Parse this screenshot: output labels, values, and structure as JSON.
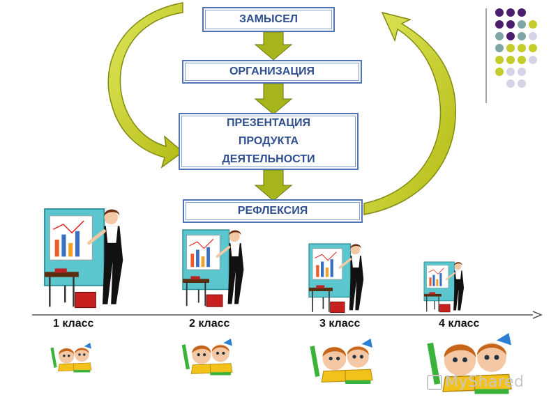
{
  "steps": [
    {
      "label": "ЗАМЫСЕЛ"
    },
    {
      "label": "ОРГАНИЗАЦИЯ"
    },
    {
      "label": "ПРЕЗЕНТАЦИЯ\nПРОДУКТА\nДЕЯТЕЛЬНОСТИ"
    },
    {
      "label": "РЕФЛЕКСИЯ"
    }
  ],
  "grades": [
    {
      "label": "1 класс"
    },
    {
      "label": "2 класс"
    },
    {
      "label": "3 класс"
    },
    {
      "label": "4 класс"
    }
  ],
  "watermark": "MyShared",
  "colors": {
    "box_border": "#4f74b8",
    "box_text": "#2f4f8f",
    "arrow_green": "#c4cc2a",
    "arrow_green_dark": "#7f8a10",
    "dot_purple": "#4b1e6e",
    "dot_teal": "#7fa6a6",
    "dot_lime": "#c4cc2a",
    "dot_lavender": "#d6d3e8"
  },
  "icons": [
    "teacher-at-chart-icon",
    "children-reading-icon",
    "watermark-logo-icon"
  ]
}
